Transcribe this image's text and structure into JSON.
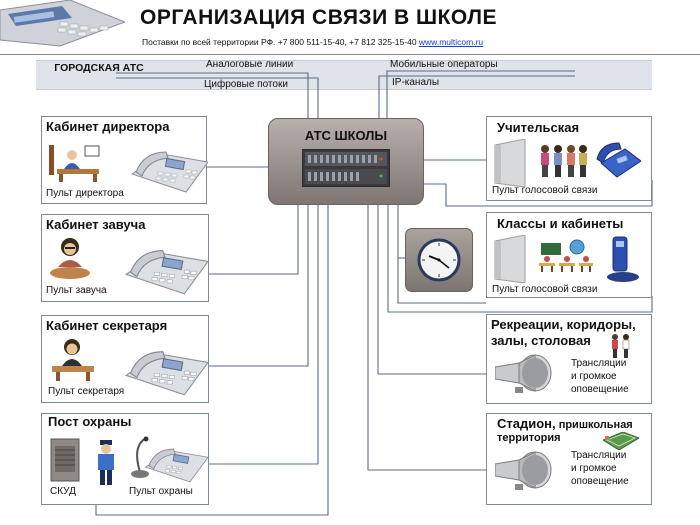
{
  "header": {
    "title": "ОРГАНИЗАЦИЯ СВЯЗИ В ШКОЛЕ",
    "contacts_text": "Поставки по всей территории  РФ. +7 800 511-15-40,  +7 812 325-15-40  ",
    "website": "www.multicom.ru"
  },
  "band": {
    "city_atc": "ГОРОДСКАЯ АТС",
    "analog_lines": "Аналоговые линии",
    "digital_streams": "Цифровые потоки",
    "mobile_operators": "Мобильные операторы",
    "ip_channels": "IP-каналы"
  },
  "center": {
    "title": "АТС ШКОЛЫ"
  },
  "left_boxes": [
    {
      "title": "Кабинет директора",
      "caption": "Пульт директора"
    },
    {
      "title": "Кабинет завуча",
      "caption": "Пульт завуча"
    },
    {
      "title": "Кабинет секретаря",
      "caption": "Пульт секретаря"
    },
    {
      "title": "Пост охраны",
      "caption_skud": "СКУД",
      "caption": "Пульт охраны"
    }
  ],
  "right_boxes": [
    {
      "title": "Учительская",
      "caption": "Пульт голосовой связи"
    },
    {
      "title": "Классы и кабинеты",
      "caption": "Пульт голосовой связи"
    },
    {
      "title_line1": "Рекреации, коридоры,",
      "title_line2": "залы, столовая",
      "caption_line1": "Трансляции",
      "caption_line2": "и громкое",
      "caption_line3": "оповещение"
    },
    {
      "title_main": "Стадион,",
      "title_small": " пришкольная",
      "title_line2": "территория",
      "caption_line1": "Трансляции",
      "caption_line2": "и громкое",
      "caption_line3": "оповещение"
    }
  ],
  "icons": [
    "desk-phone-icon",
    "ip-phone-icon",
    "intercom-panel-icon",
    "loudspeaker-icon",
    "clock-icon",
    "pbx-rack-icon",
    "security-guard-icon",
    "microphone-icon",
    "access-panel-icon"
  ],
  "colors": {
    "line": "#5b6b86",
    "band": "#e0e3ea",
    "link": "#1a3ccc",
    "pbx": "#8f8783"
  }
}
